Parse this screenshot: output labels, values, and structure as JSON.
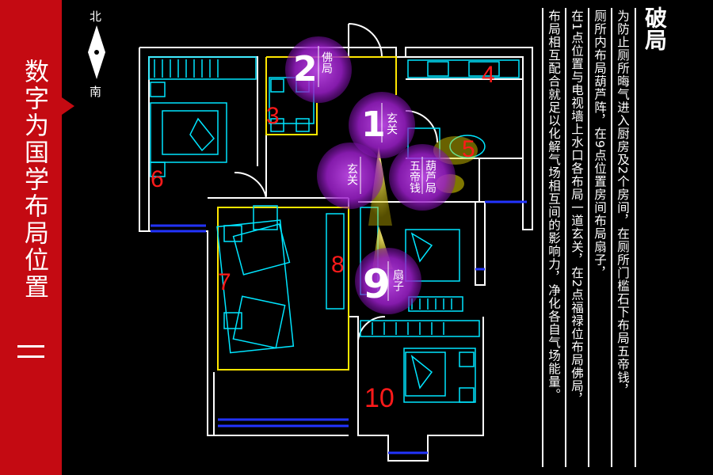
{
  "banner": {
    "title": "数字为国学布局位置",
    "bg_color": "#c40a12"
  },
  "compass": {
    "north": "北",
    "south": "南"
  },
  "markers": [
    {
      "num": "2",
      "label": "佛局"
    },
    {
      "num": "1",
      "label": "玄关"
    },
    {
      "num": "",
      "label": "玄关"
    },
    {
      "num": "",
      "label": "五帝钱"
    },
    {
      "num": "",
      "label": "葫芦局"
    },
    {
      "num": "9",
      "label": "扇子"
    }
  ],
  "room_numbers": {
    "n3": "3",
    "n4": "4",
    "n5": "5",
    "n6": "6",
    "n7": "7",
    "n8": "8",
    "n10": "10"
  },
  "panel": {
    "title": "破局",
    "columns": [
      "为防止厕所晦气进入厨房及2个房间，在厕所门槛石下布局五帝钱，",
      "厕所内布局葫芦阵，在9点位置房间布局扇子，",
      "在1点位置与电视墙上水口各布局一道玄关，在2点福禄位布局佛局，",
      "布局相互配合就足以化解气场相互间的影响力，净化各自气场能量。"
    ]
  },
  "colors": {
    "marker": "#9b1fc9",
    "plan_wall": "#ffffff",
    "furniture": "#00e5ff",
    "living_outline": "#ffe600",
    "room_number": "#ff1a1a",
    "window": "#2233ff"
  }
}
